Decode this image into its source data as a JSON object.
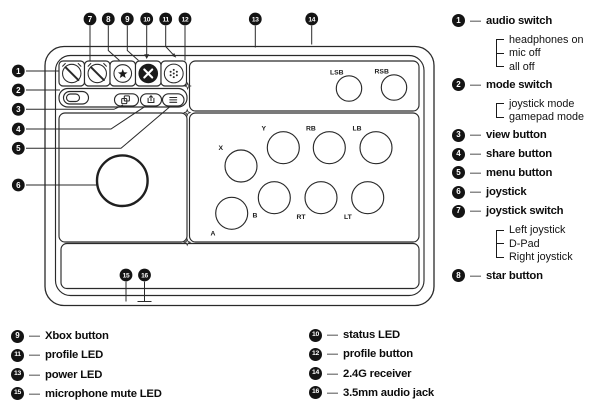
{
  "ui": {
    "dash": "—"
  },
  "device": {
    "face_labels": {
      "lsb": "LSB",
      "rsb": "RSB",
      "x": "X",
      "y": "Y",
      "rb": "RB",
      "lb": "LB",
      "a": "A",
      "b": "B",
      "rt": "RT",
      "lt": "LT"
    },
    "callouts": {
      "n1": "1",
      "n2": "2",
      "n3": "3",
      "n4": "4",
      "n5": "5",
      "n6": "6",
      "n7": "7",
      "n8": "8",
      "n9": "9",
      "n10": "10",
      "n11": "11",
      "n12": "12",
      "n13": "13",
      "n14": "14",
      "n15": "15",
      "n16": "16"
    }
  },
  "legend_right": [
    {
      "num": "1",
      "label": "audio switch",
      "subs": [
        "headphones on",
        "mic off",
        "all off"
      ]
    },
    {
      "num": "2",
      "label": "mode switch",
      "subs": [
        "joystick mode",
        "gamepad mode"
      ]
    },
    {
      "num": "3",
      "label": "view button",
      "subs": []
    },
    {
      "num": "4",
      "label": "share button",
      "subs": []
    },
    {
      "num": "5",
      "label": "menu button",
      "subs": []
    },
    {
      "num": "6",
      "label": "joystick",
      "subs": []
    },
    {
      "num": "7",
      "label": "joystick switch",
      "subs": [
        "Left joystick",
        "D-Pad",
        "Right joystick"
      ]
    },
    {
      "num": "8",
      "label": "star button",
      "subs": []
    }
  ],
  "legend_bottom_left": [
    {
      "num": "9",
      "label": "Xbox button"
    },
    {
      "num": "11",
      "label": "profile LED"
    },
    {
      "num": "13",
      "label": "power LED"
    },
    {
      "num": "15",
      "label": "microphone mute LED"
    }
  ],
  "legend_bottom_right": [
    {
      "num": "10",
      "label": "status LED"
    },
    {
      "num": "12",
      "label": "profile button"
    },
    {
      "num": "14",
      "label": "2.4G receiver"
    },
    {
      "num": "16",
      "label": "3.5mm audio jack"
    }
  ]
}
